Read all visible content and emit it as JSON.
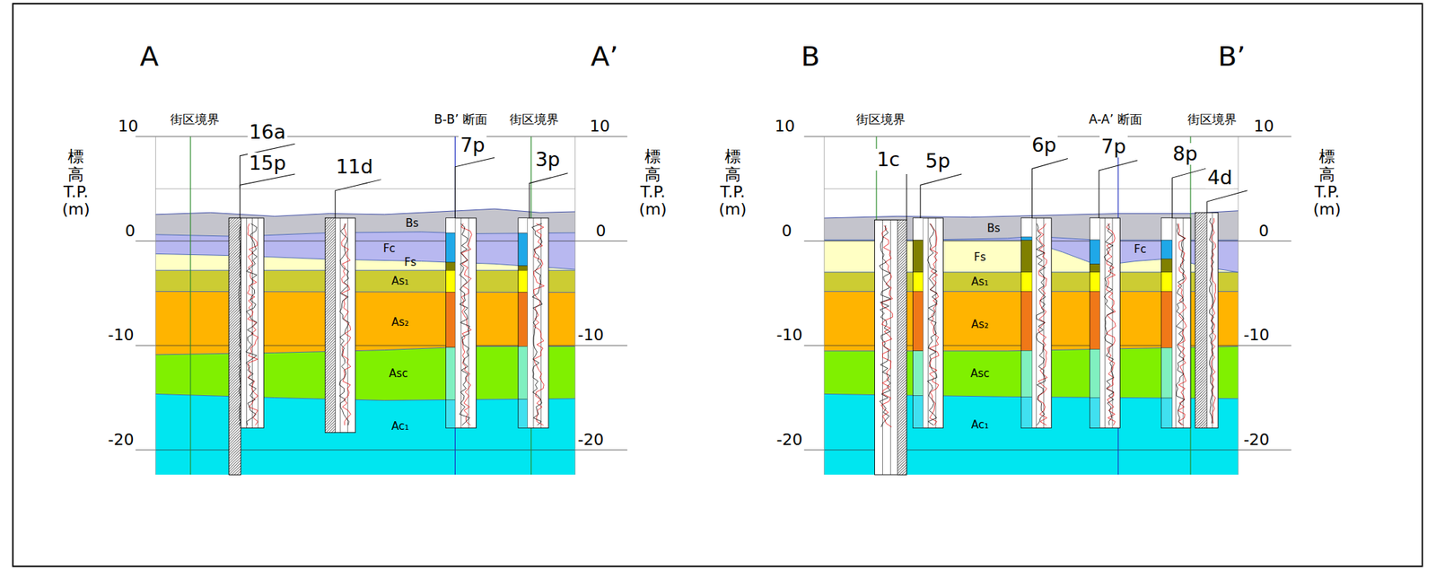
{
  "diagram": {
    "nodes": [
      {
        "text": [
          "Bs"
        ]
      },
      {
        "text": [
          "Fc"
        ]
      },
      {
        "text": [
          "Fs"
        ]
      },
      {
        "text": [
          "As₁"
        ]
      },
      {
        "text": [
          "As₂"
        ]
      },
      {
        "text": [
          "Asc"
        ]
      },
      {
        "text": [
          "Ac₁"
        ]
      },
      {
        "text": [
          "Bs"
        ]
      },
      {
        "text": [
          "Fc"
        ]
      },
      {
        "text": [
          "Fs"
        ]
      },
      {
        "text": [
          "As₁"
        ]
      },
      {
        "text": [
          "As₂"
        ]
      },
      {
        "text": [
          "Asc"
        ]
      },
      {
        "text": [
          "Ac₁"
        ]
      }
    ],
    "labels": [
      "A",
      "A’",
      "B",
      "B’",
      "街区境界",
      "B-B’ 断面",
      "街区境界",
      "街区境界",
      "A-A’ 断面",
      "街区境界",
      "標高 T.P. (m)",
      "標高 T.P. (m)",
      "標高 T.P. (m)",
      "標高 T.P. (m)",
      "10",
      "0",
      "-10",
      "-20",
      "10",
      "0",
      "-10",
      "-20",
      "10",
      "0",
      "-10",
      "-20",
      "10",
      "0",
      "-10",
      "-20",
      "16a",
      "15p",
      "11d",
      "7p",
      "3p",
      "1c",
      "5p",
      "6p",
      "7p",
      "8p",
      "4d"
    ]
  }
}
